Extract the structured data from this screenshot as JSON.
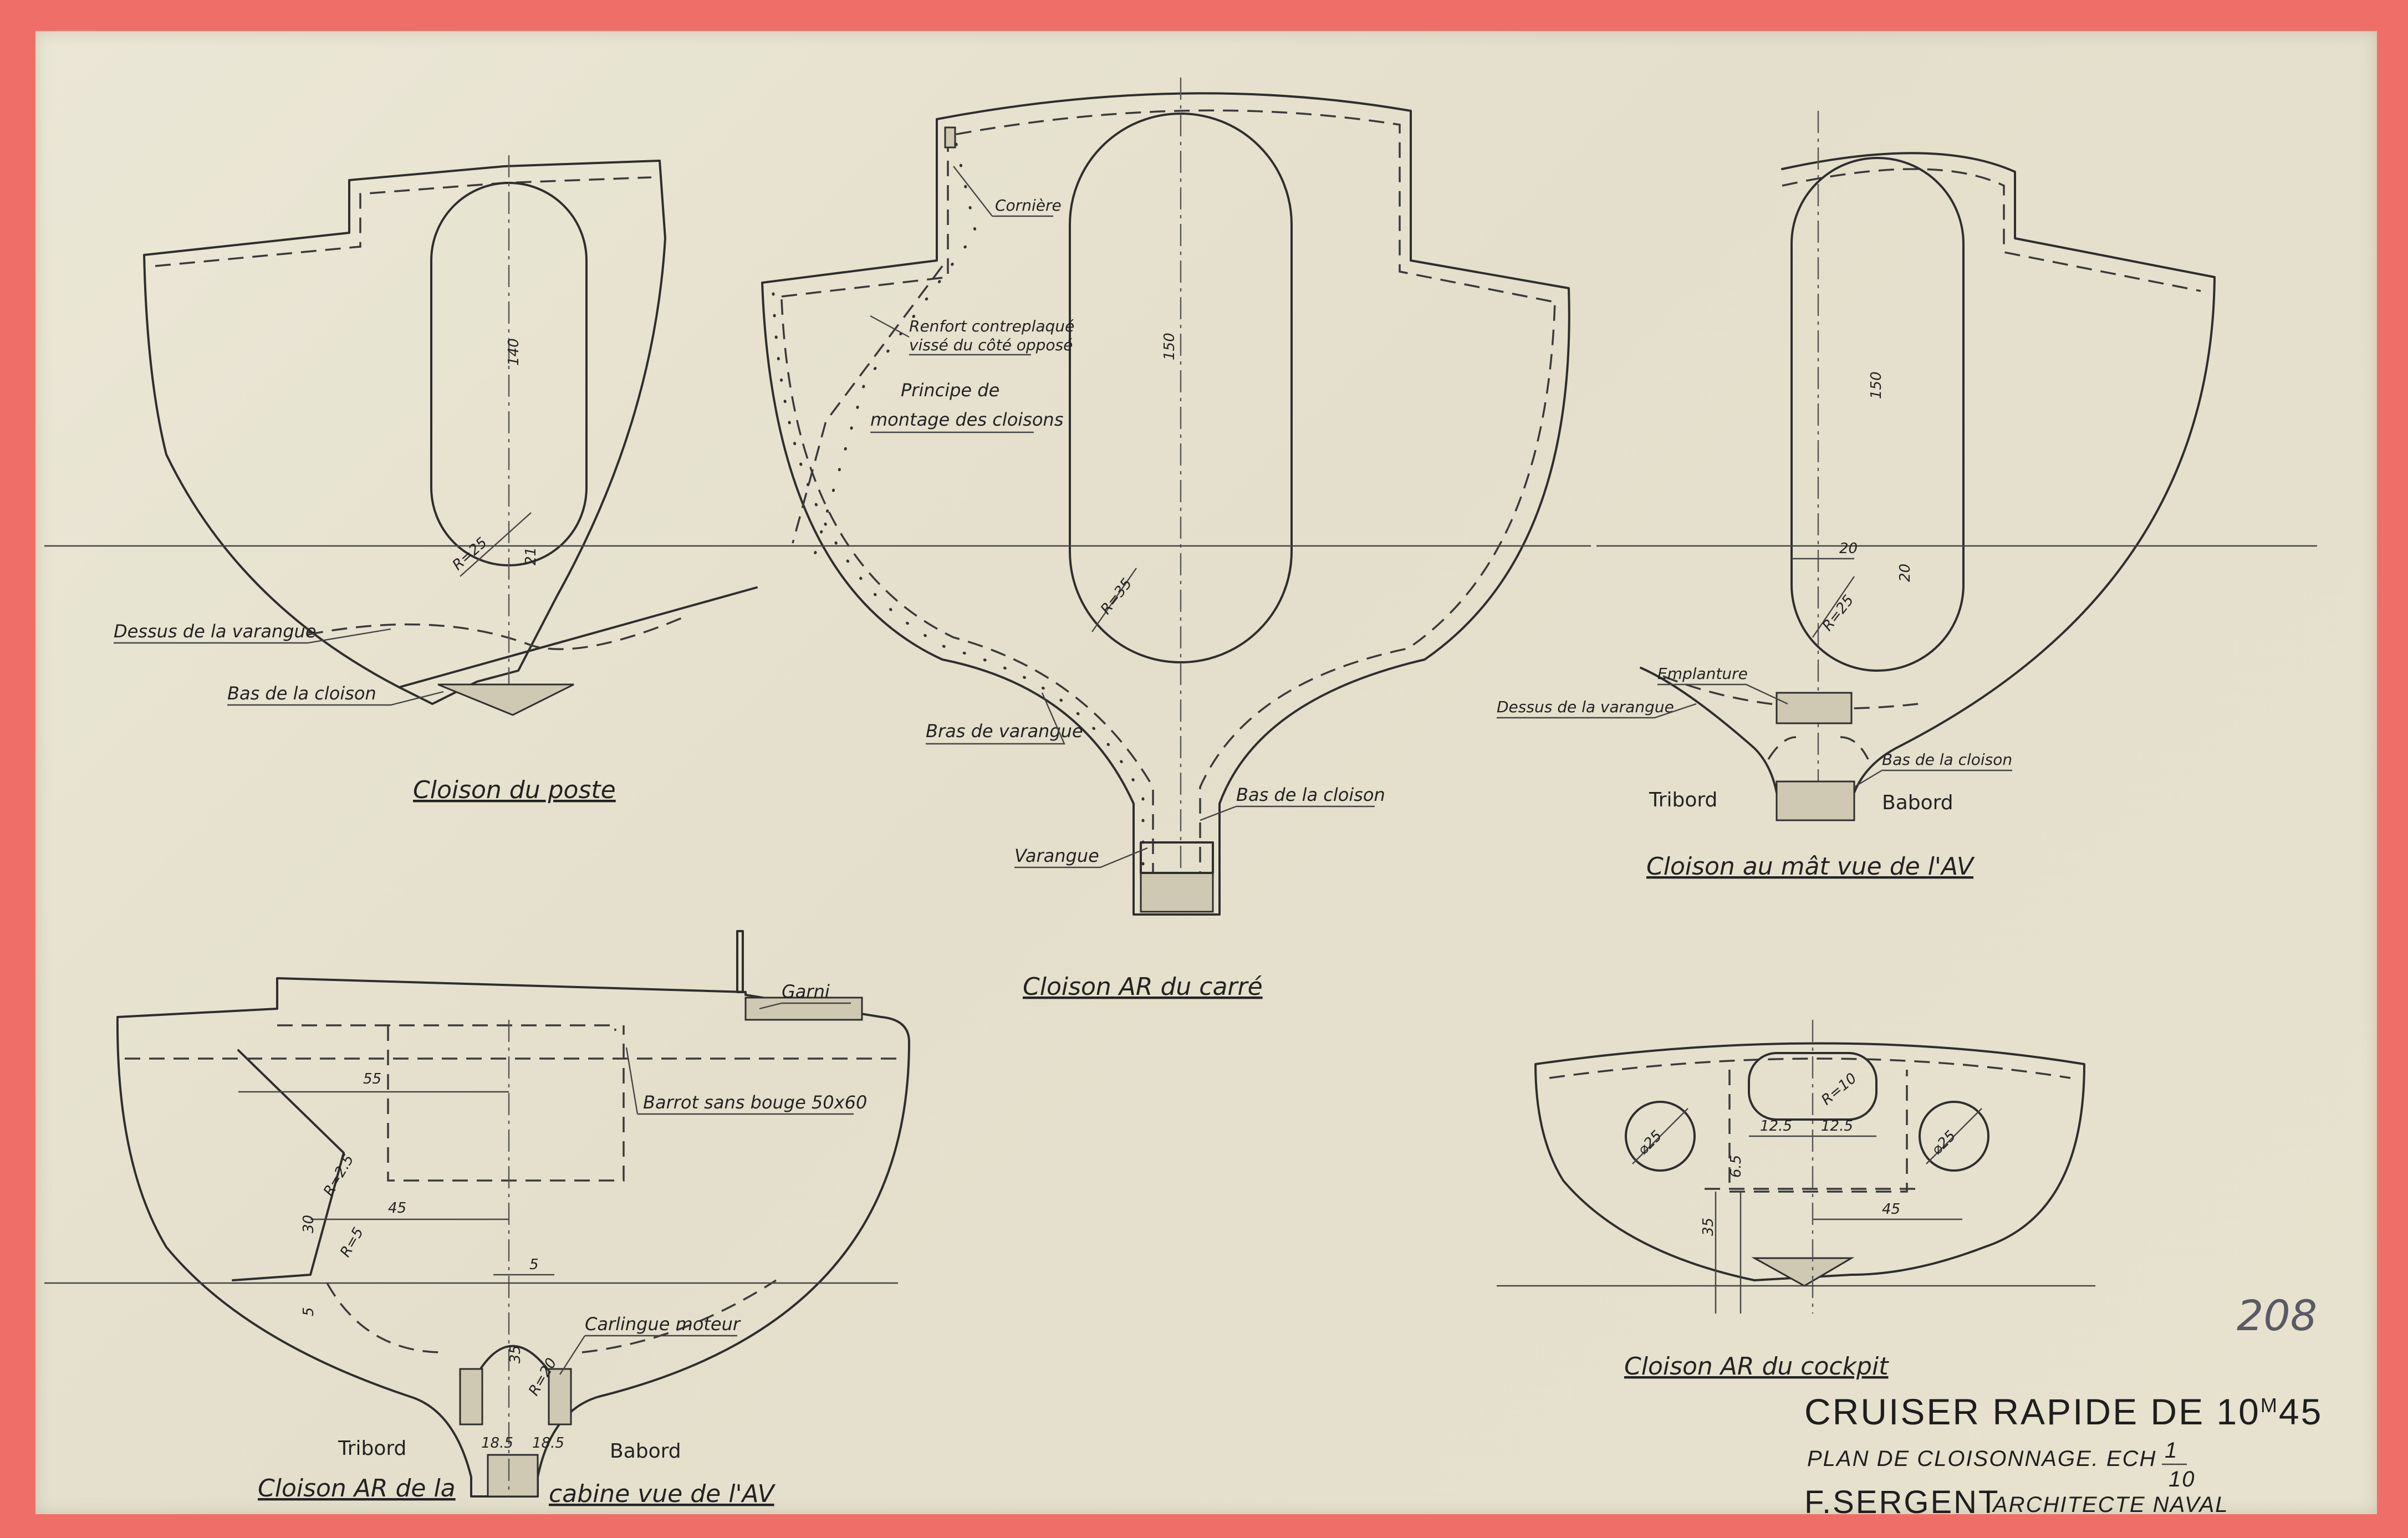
{
  "colors": {
    "border": "#ef6f68",
    "paper": "#e7e3d1",
    "ink": "#2e2e2e"
  },
  "title_block": {
    "line1": "CRUISER RAPIDE DE 10",
    "line1_sup": "M",
    "line1_end": "45",
    "line2": "PLAN DE CLOISONNAGE. ECH",
    "scale_num": "1",
    "scale_den": "10",
    "line3_name": "F.SERGENT",
    "line3_role": "ARCHITECTE NAVAL"
  },
  "sheet_number": "208",
  "views": {
    "poste": {
      "title": "Cloison du poste",
      "labels": {
        "dessus_varangue": "Dessus de la varangue",
        "bas_cloison": "Bas de la cloison"
      },
      "dims": {
        "height": "140",
        "radius": "R=25",
        "gap": "21"
      }
    },
    "carre": {
      "title": "Cloison AR du carré",
      "labels": {
        "cornier": "Cornière",
        "renfort": "Renfort contreplaqué",
        "vissee": "vissé du côté opposé",
        "principe": "Principe de",
        "montage": "montage des cloisons",
        "bras": "Bras de varangue",
        "bas": "Bas de la cloison",
        "varangue": "Varangue"
      },
      "dims": {
        "height": "150",
        "radius": "R=35"
      }
    },
    "mat": {
      "title": "Cloison au mât vue de l'AV",
      "labels": {
        "emplanture": "Emplanture",
        "dessus_varangue": "Dessus de la varangue",
        "bas": "Bas de la cloison",
        "tribord": "Tribord",
        "babord": "Babord"
      },
      "dims": {
        "height": "150",
        "width": "20",
        "radius": "R=25",
        "gap": "20"
      }
    },
    "cabine": {
      "title": "Cloison AR de la cabine vue de l'AV",
      "title_left": "Cloison AR de la",
      "title_right": "cabine vue de l'AV",
      "labels": {
        "garni": "Garni",
        "barrot": "Barrot sans bouge 50x60",
        "carlingue": "Carlingue moteur",
        "tribord": "Tribord",
        "babord": "Babord"
      },
      "dims": {
        "d55": "55",
        "d45": "45",
        "r25": "R=2.5",
        "d30": "30",
        "r5": "R=5",
        "d5": "5",
        "d5b": "5",
        "d35": "35",
        "r20": "R=20",
        "d185": "18.5",
        "d185b": "18.5"
      }
    },
    "cockpit": {
      "title": "Cloison AR du cockpit",
      "dims": {
        "diam_left": "⌀25",
        "diam_right": "⌀25",
        "r10": "R=10",
        "w1": "12.5",
        "w2": "12.5",
        "d45": "45",
        "d35": "35",
        "d6": "6.5"
      }
    }
  }
}
